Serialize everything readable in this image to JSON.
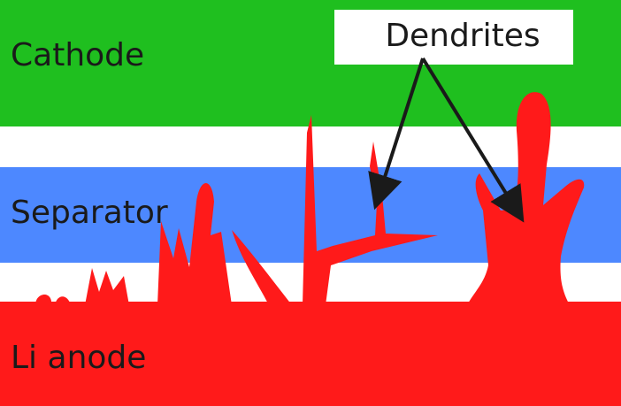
{
  "layers": {
    "cathode": {
      "label": "Cathode",
      "color": "#1fbf1f"
    },
    "separator": {
      "label": "Separator",
      "color": "#4d88ff"
    },
    "electrolyte_gap": {
      "color": "#ffffff"
    },
    "anode": {
      "label": "Li anode",
      "color": "#ff1a1a"
    }
  },
  "callout": {
    "label": "Dendrites",
    "box_color": "#ffffff",
    "arrow_color": "#1a1a1a"
  },
  "dendrite_color": "#ff1a1a"
}
